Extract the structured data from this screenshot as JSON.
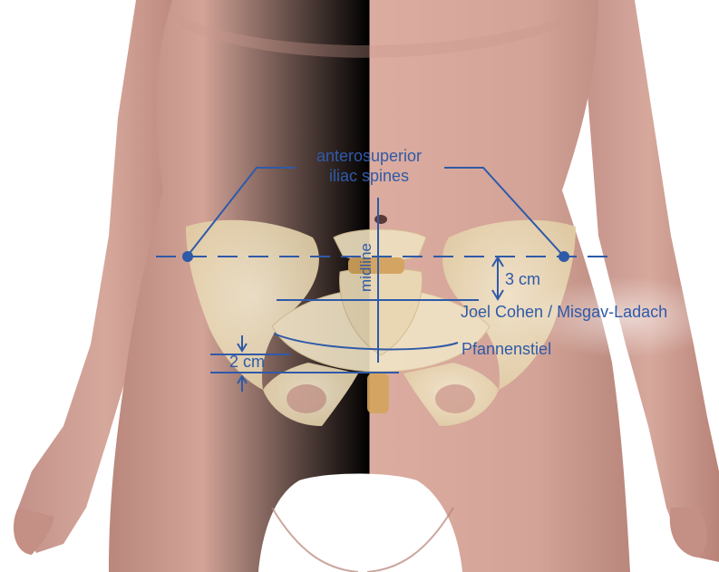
{
  "labels": {
    "asis_line1": "anterosuperior",
    "asis_line2": "iliac spines",
    "midline": "midline",
    "three_cm": "3 cm",
    "joel_cohen": "Joel Cohen / Misgav-Ladach",
    "pfannenstiel": "Pfannenstiel",
    "two_cm": "2 cm"
  },
  "colors": {
    "annotation": "#2f5aa8",
    "skin": "#d7a79b",
    "skin_shadow": "#b98378",
    "bone": "#eadbb8",
    "cartilage": "#d4a55c",
    "background": "#ffffff"
  }
}
